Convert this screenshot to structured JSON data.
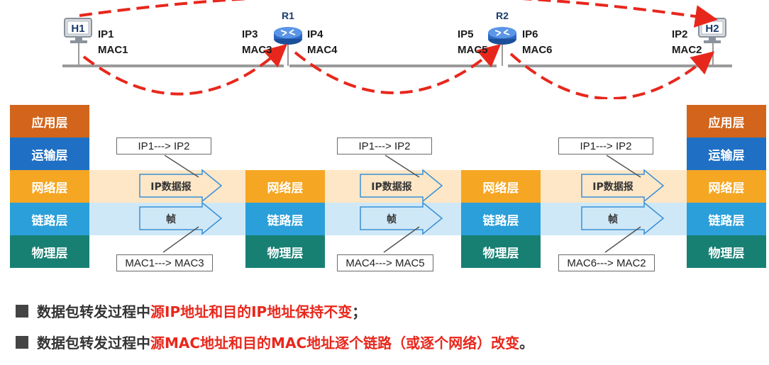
{
  "topology": {
    "hosts": [
      {
        "id": "h1",
        "label": "H1",
        "ip": "IP1",
        "mac": "MAC1"
      },
      {
        "id": "h2",
        "label": "H2",
        "ip": "IP2",
        "mac": "MAC2"
      }
    ],
    "routers": [
      {
        "id": "r1",
        "label": "R1",
        "left_ip": "IP3",
        "left_mac": "MAC3",
        "right_ip": "IP4",
        "right_mac": "MAC4"
      },
      {
        "id": "r2",
        "label": "R2",
        "left_ip": "IP5",
        "left_mac": "MAC5",
        "right_ip": "IP6",
        "right_mac": "MAC6"
      }
    ]
  },
  "layers": {
    "app": "应用层",
    "transport": "运输层",
    "network": "网络层",
    "link": "链路层",
    "physical": "物理层"
  },
  "packets": {
    "ip_datagram": "IP数据报",
    "frame": "帧"
  },
  "hops": [
    {
      "ip_addr": "IP1---> IP2",
      "mac_addr": "MAC1---> MAC3"
    },
    {
      "ip_addr": "IP1---> IP2",
      "mac_addr": "MAC4---> MAC5"
    },
    {
      "ip_addr": "IP1---> IP2",
      "mac_addr": "MAC6---> MAC2"
    }
  ],
  "notes": [
    {
      "prefix": "数据包转发过程中",
      "highlight": "源IP地址和目的IP地址保持不变",
      "suffix": "；"
    },
    {
      "prefix": "数据包转发过程中",
      "highlight": "源MAC地址和目的MAC地址逐个链路（或逐个网络）改变",
      "suffix": "。"
    }
  ],
  "colors": {
    "app": "#d2651b",
    "transport": "#1f70c4",
    "network": "#f5a623",
    "link": "#2b9fd9",
    "physical": "#188073",
    "net_band": "#fde7c7",
    "link_band": "#cfe8f7",
    "arrow": "#e8271c",
    "highlight": "#e8271c"
  }
}
